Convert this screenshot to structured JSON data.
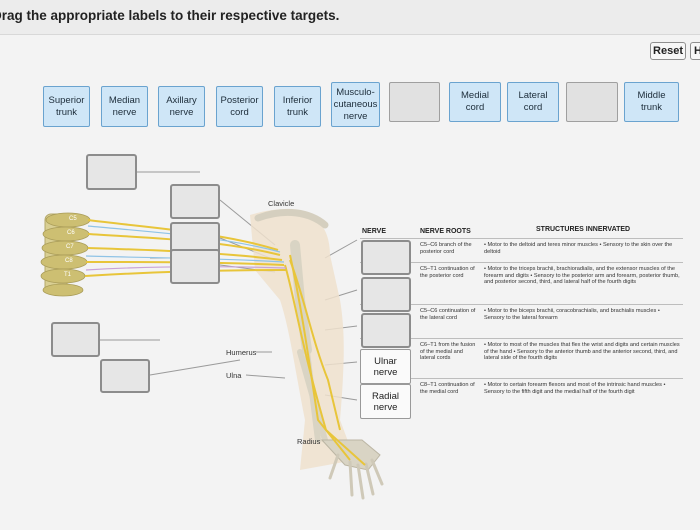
{
  "instruction": "Drag the appropriate labels to their respective targets.",
  "reset_label": "Reset",
  "partial_button_label": "H",
  "label_bank": [
    {
      "label": "Superior trunk",
      "empty": false
    },
    {
      "label": "Median nerve",
      "empty": false
    },
    {
      "label": "Axillary nerve",
      "empty": false
    },
    {
      "label": "Posterior cord",
      "empty": false
    },
    {
      "label": "Inferior trunk",
      "empty": false
    },
    {
      "label": "Musculo-cutaneous nerve",
      "empty": false
    },
    {
      "label": "",
      "empty": true
    },
    {
      "label": "Medial cord",
      "empty": false
    },
    {
      "label": "Lateral cord",
      "empty": false
    },
    {
      "label": "",
      "empty": true
    },
    {
      "label": "Middle trunk",
      "empty": false
    }
  ],
  "placed": {
    "ulnar": "Ulnar nerve",
    "radial": "Radial nerve"
  },
  "figure_labels": {
    "clavicle": "Clavicle",
    "humerus": "Humerus",
    "ulna": "Ulna",
    "radius": "Radius",
    "c5": "C5",
    "c6": "C6",
    "c7": "C7",
    "c8": "C8",
    "t1": "T1"
  },
  "table": {
    "col_nerve": "NERVE",
    "col_roots": "NERVE ROOTS",
    "col_structures": "STRUCTURES INNERVATED",
    "rows": [
      {
        "roots": "C5–C6 branch of the posterior cord",
        "structures": "• Motor to the deltoid and teres minor muscles • Sensory to the skin over the deltoid"
      },
      {
        "roots": "C5–T1 continuation of the posterior cord",
        "structures": "• Motor to the triceps brachii, brachioradialis, and the extensor muscles of the forearm and digits • Sensory to the posterior arm and forearm, posterior thumb, and posterior second, third, and lateral half of the fourth digits"
      },
      {
        "roots": "C5–C6 continuation of the lateral cord",
        "structures": "• Motor to the biceps brachii, coracobrachialis, and brachialis muscles • Sensory to the lateral forearm"
      },
      {
        "roots": "C6–T1 from the fusion of the medial and lateral cords",
        "structures": "• Motor to most of the muscles that flex the wrist and digits and certain muscles of the hand • Sensory to the anterior thumb and the anterior second, third, and lateral side of the fourth digits"
      },
      {
        "roots": "C8–T1 continuation of the medial cord",
        "structures": "• Motor to certain forearm flexors and most of the intrinsic hand muscles • Sensory to the fifth digit and the medial half of the fourth digit"
      }
    ]
  },
  "colors": {
    "chip_bg": "#cfe6f7",
    "chip_border": "#6aa3cf",
    "nerve_yellow": "#e8c53a",
    "bone": "#d9d4c4"
  }
}
